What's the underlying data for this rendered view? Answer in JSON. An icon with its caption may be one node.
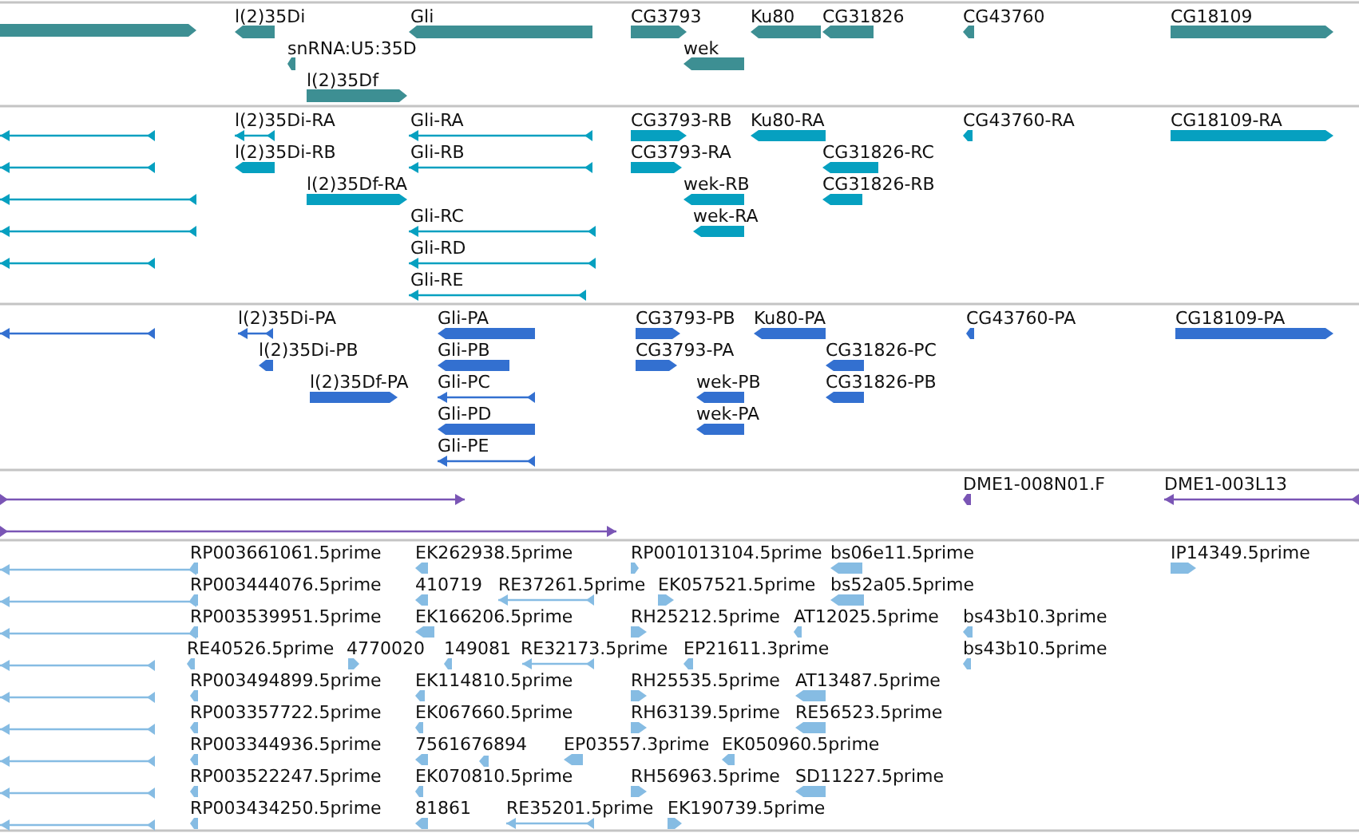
{
  "diagram": {
    "labels": [
      "l(2)35Di",
      "Gli",
      "CG3793",
      "Ku80",
      "CG31826",
      "CG43760",
      "CG18109",
      "snRNA:U5:35D",
      "wek",
      "l(2)35Df",
      "l(2)35Di-RA",
      "Gli-RA",
      "CG3793-RB",
      "Ku80-RA",
      "CG43760-RA",
      "CG18109-RA",
      "l(2)35Di-RB",
      "Gli-RB",
      "CG3793-RA",
      "CG31826-RC",
      "l(2)35Df-RA",
      "wek-RB",
      "CG31826-RB",
      "Gli-RC",
      "wek-RA",
      "Gli-RD",
      "Gli-RE",
      "l(2)35Di-PA",
      "Gli-PA",
      "CG3793-PB",
      "Ku80-PA",
      "CG43760-PA",
      "CG18109-PA",
      "l(2)35Di-PB",
      "Gli-PB",
      "CG3793-PA",
      "CG31826-PC",
      "l(2)35Df-PA",
      "Gli-PC",
      "wek-PB",
      "CG31826-PB",
      "Gli-PD",
      "wek-PA",
      "Gli-PE",
      "DME1-008N01.F",
      "DME1-003L13",
      "RP003661061.5prime",
      "EK262938.5prime",
      "RP001013104.5prime",
      "bs06e11.5prime",
      "IP14349.5prime",
      "RP003444076.5prime",
      "410719",
      "RE37261.5prime",
      "EK057521.5prime",
      "bs52a05.5prime",
      "RP003539951.5prime",
      "EK166206.5prime",
      "RH25212.5prime",
      "AT12025.5prime",
      "bs43b10.3prime",
      "RE40526.5prime",
      "4770020",
      "149081",
      "RE32173.5prime",
      "EP21611.3prime",
      "bs43b10.5prime",
      "RP003494899.5prime",
      "EK114810.5prime",
      "RH25535.5prime",
      "AT13487.5prime",
      "RP003357722.5prime",
      "EK067660.5prime",
      "RH63139.5prime",
      "RE56523.5prime",
      "RP003344936.5prime",
      "7561676894",
      "EP03557.3prime",
      "EK050960.5prime",
      "RP003522247.5prime",
      "EK070810.5prime",
      "RH56963.5prime",
      "SD11227.5prime",
      "RP003434250.5prime",
      "81861",
      "RE35201.5prime",
      "EK190739.5prime"
    ]
  }
}
